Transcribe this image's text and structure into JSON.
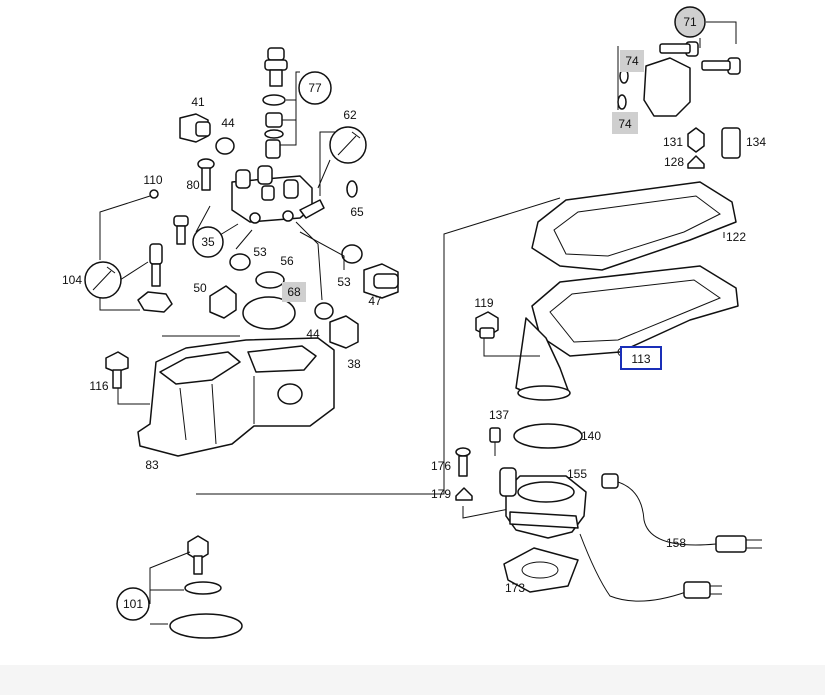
{
  "diagram": {
    "callouts": {
      "c41": "41",
      "c44a": "44",
      "c77": "77",
      "c62": "62",
      "c65": "65",
      "c110": "110",
      "c80": "80",
      "c35": "35",
      "c53a": "53",
      "c56": "56",
      "c104": "104",
      "c50": "50",
      "c68": "68",
      "c53b": "53",
      "c47": "47",
      "c44b": "44",
      "c38": "38",
      "c116": "116",
      "c83": "83",
      "c71": "71",
      "c74a": "74",
      "c74b": "74",
      "c131": "131",
      "c134": "134",
      "c128": "128",
      "c122": "122",
      "c119": "119",
      "c113": "113",
      "c137": "137",
      "c140": "140",
      "c176": "176",
      "c155": "155",
      "c179": "179",
      "c158": "158",
      "c173": "173",
      "c101": "101"
    },
    "highlighted": [
      "68",
      "74",
      "74"
    ],
    "selected": "113",
    "colors": {
      "highlight": "#cfcfcf",
      "selection": "#1a2fb8",
      "ink": "#111111"
    }
  }
}
